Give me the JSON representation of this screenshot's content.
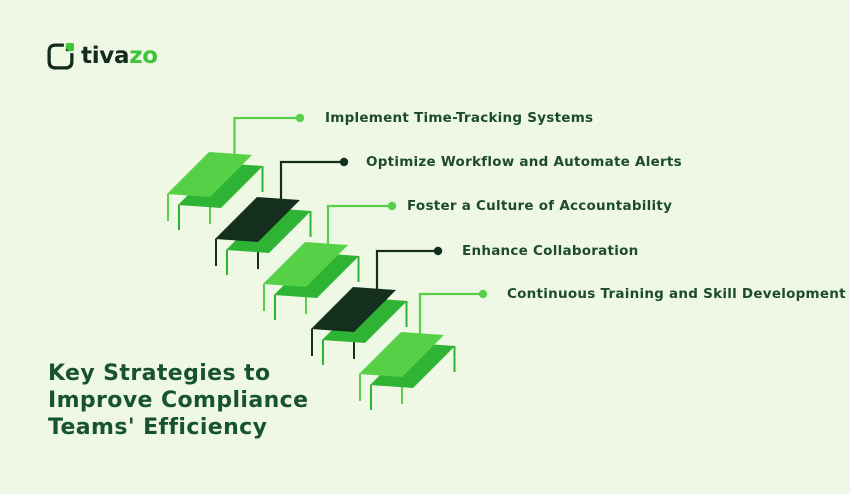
{
  "logo": {
    "brand_dark": "tiva",
    "brand_accent": "zo"
  },
  "heading": {
    "lines": [
      "Key Strategies to",
      "Improve Compliance",
      "Teams' Efficiency"
    ]
  },
  "steps": [
    {
      "label": "Implement Time-Tracking Systems",
      "tone": "light"
    },
    {
      "label": "Optimize Workflow and Automate Alerts",
      "tone": "dark"
    },
    {
      "label": "Foster a Culture of Accountability",
      "tone": "light"
    },
    {
      "label": "Enhance Collaboration",
      "tone": "dark"
    },
    {
      "label": "Continuous Training and Skill Development",
      "tone": "light"
    }
  ],
  "colors": {
    "background": "#eff8e4",
    "step_light_green": "#56d147",
    "step_mid_green": "#2eb334",
    "step_dark_green": "#142f1e",
    "label_text": "#1d4b2c",
    "heading_text": "#175231",
    "logo_dark": "#132b1d",
    "logo_accent": "#3fc43a"
  }
}
